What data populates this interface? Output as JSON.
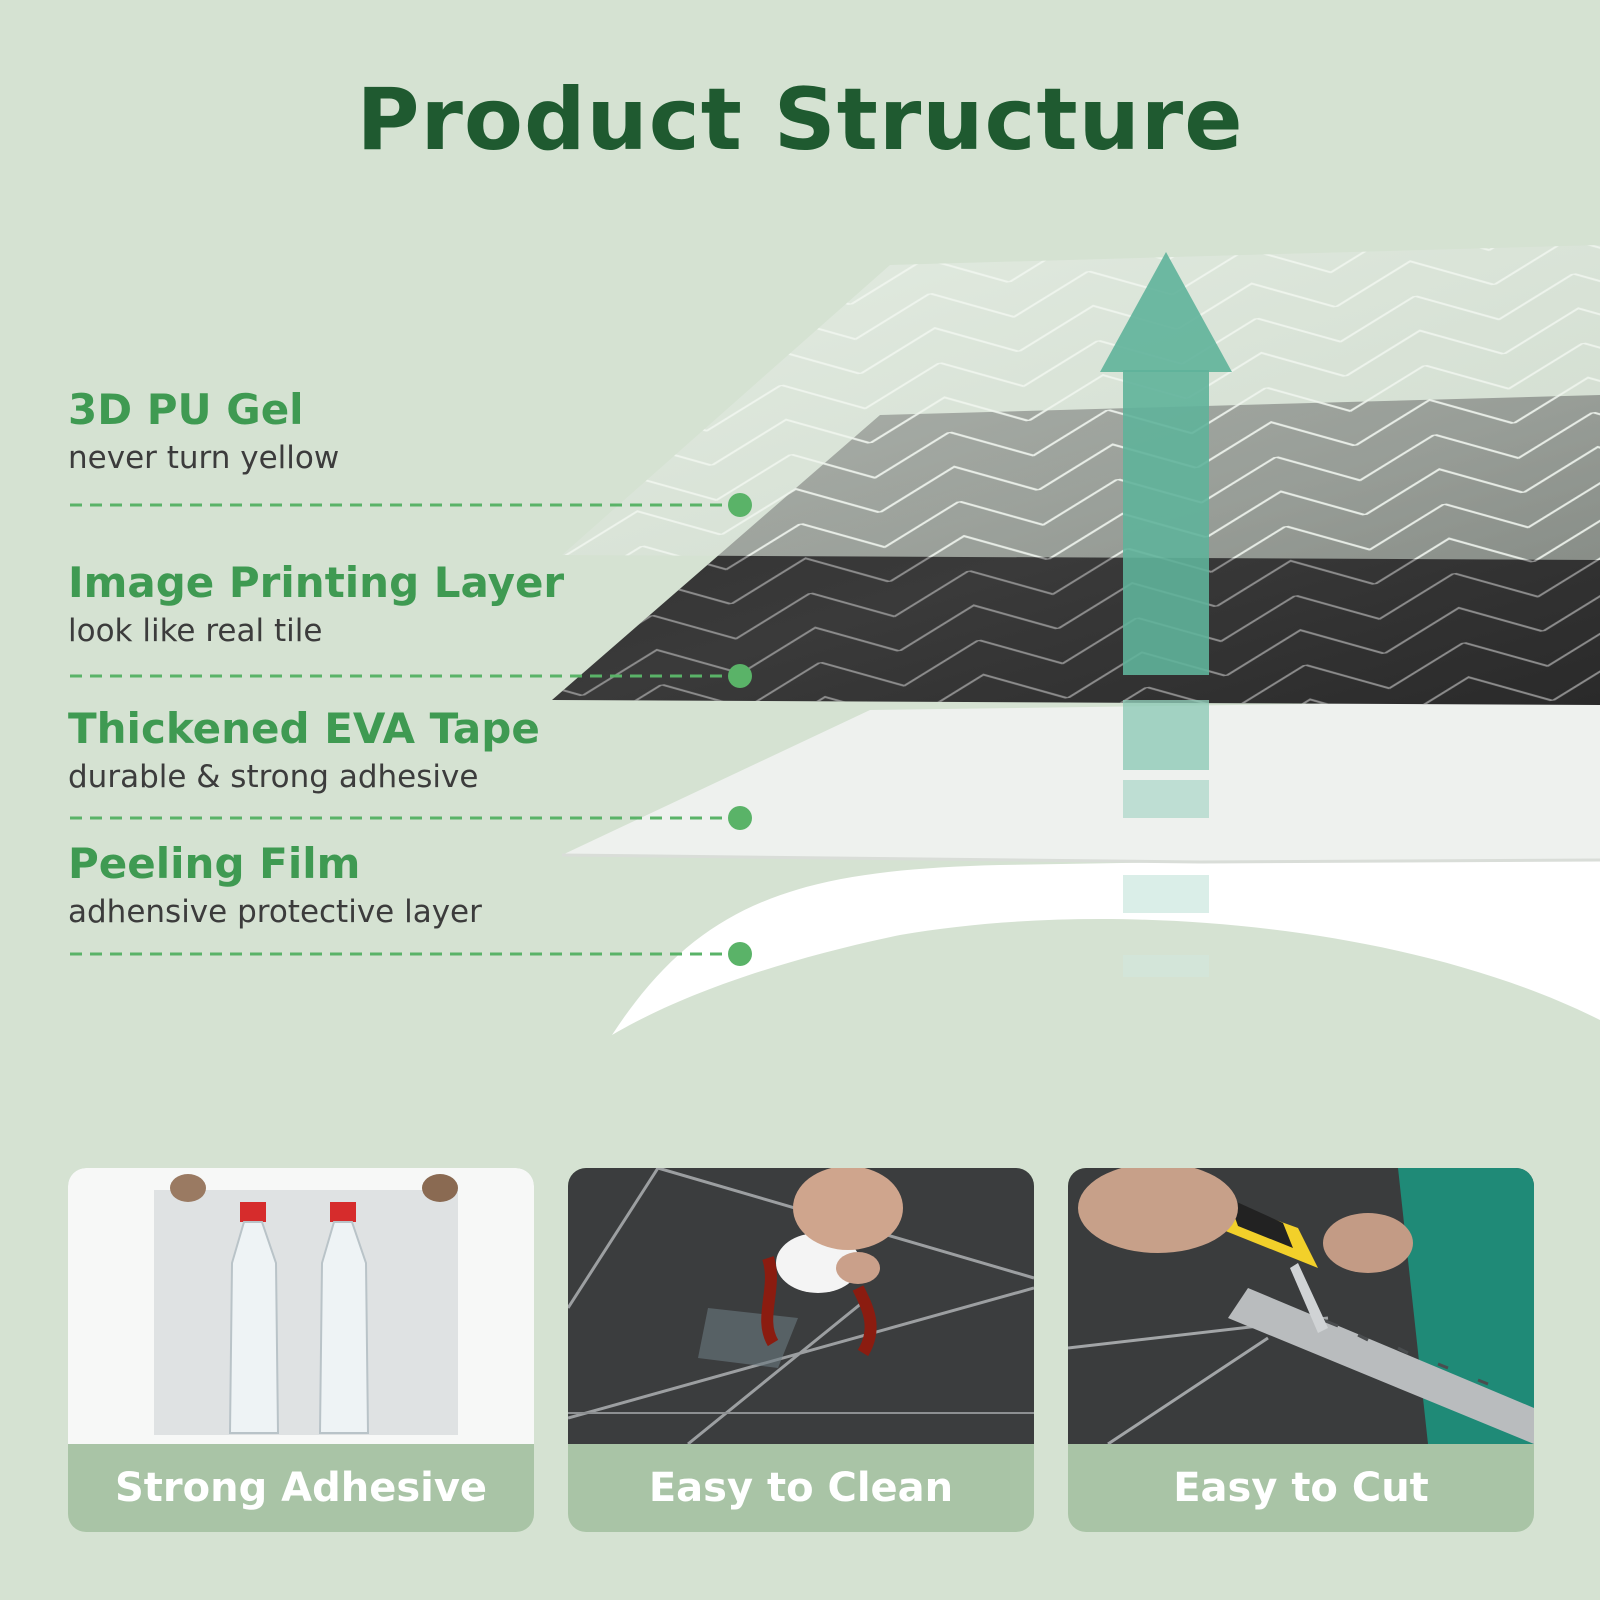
{
  "title": "Product Structure",
  "layers": [
    {
      "name": "3D PU Gel",
      "desc": "never turn yellow"
    },
    {
      "name": "Image Printing Layer",
      "desc": "look like real tile"
    },
    {
      "name": "Thickened EVA Tape",
      "desc": "durable & strong adhesive"
    },
    {
      "name": "Peeling Film",
      "desc": "adhensive protective layer"
    }
  ],
  "features": [
    {
      "label": "Strong Adhesive",
      "photo": "bottles-hanging-on-panel"
    },
    {
      "label": "Easy to Clean",
      "photo": "wiping-sauce-off-tile"
    },
    {
      "label": "Easy to Cut",
      "photo": "cutting-tile-with-utility-knife"
    }
  ],
  "colors": {
    "background": "#d5e2d2",
    "title": "#1f5a30",
    "label_green": "#3f9a52",
    "arrow": "#5fb39a",
    "caption_band": "#a9c4a6"
  }
}
